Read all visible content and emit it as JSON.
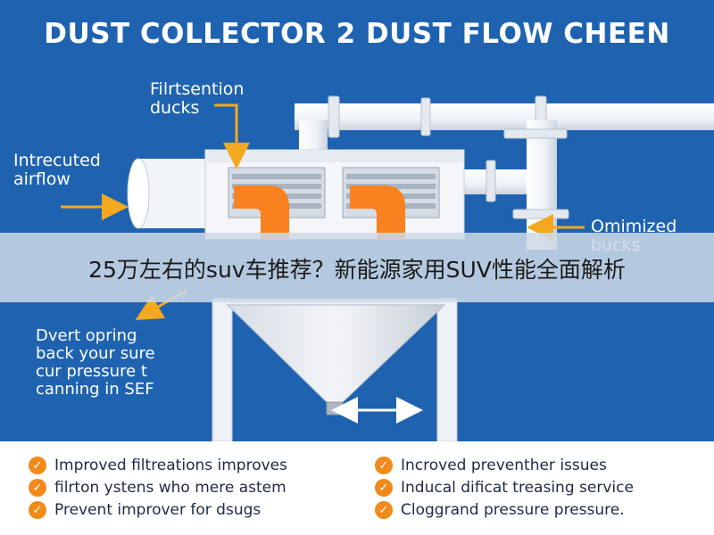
{
  "title": "DUST COLLECTOR 2 DUST FLOW CHEEN",
  "labels": {
    "filtration_ducks": "Filrtsention\nducks",
    "intake_airflow": "Intrecuted\nairflow",
    "optimized_ducks": "Omimized\nbucks",
    "divert_opening": "Dvert opring\nback your sure\ncur pressure t\ncanning in SEF"
  },
  "banner": {
    "text": "25万左右的suv车推荐？新能源家用SUV性能全面解析"
  },
  "benefits_left": [
    "Improved filtreations improves",
    "filrton ystens who mere astem",
    "Prevent improver for dsugs"
  ],
  "benefits_right": [
    "Incroved preventher issues",
    "Inducal dificat treasing service",
    "Cloggrand pressure pressure."
  ],
  "colors": {
    "background": "#1f63b0",
    "accent_orange": "#f7821f",
    "pipe_white": "#f3f6fa",
    "banner_bg": "#cddae6"
  }
}
